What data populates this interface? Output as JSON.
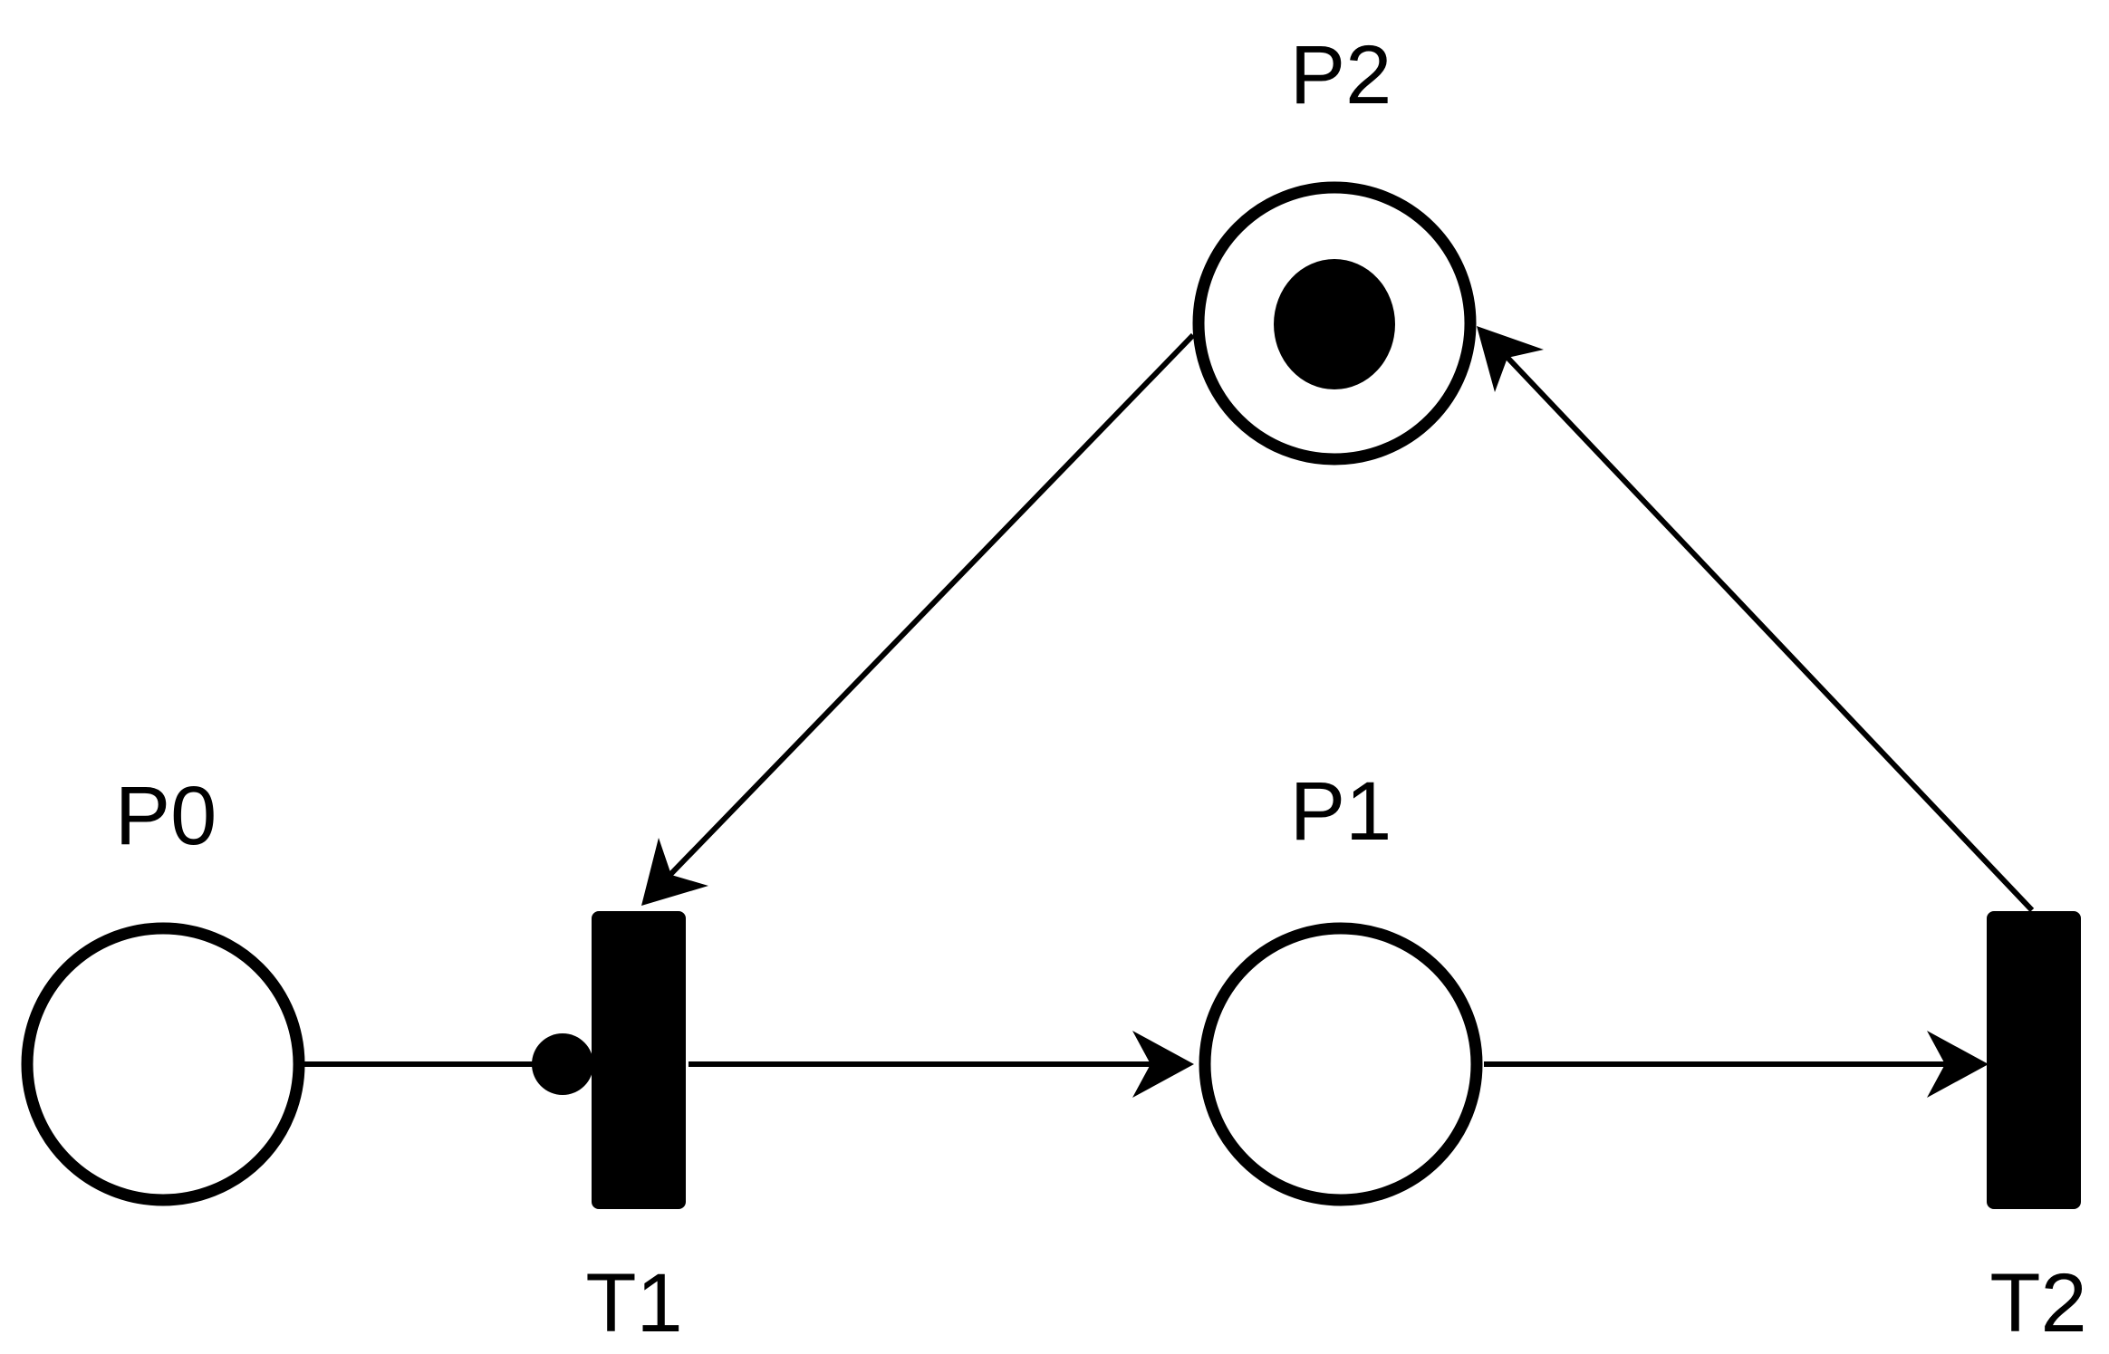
{
  "diagram": {
    "type": "petri-net",
    "colors": {
      "stroke": "#000000",
      "fill": "#ffffff"
    },
    "places": [
      {
        "id": "P0",
        "label": "P0",
        "tokens": 0
      },
      {
        "id": "P1",
        "label": "P1",
        "tokens": 0
      },
      {
        "id": "P2",
        "label": "P2",
        "tokens": 1
      }
    ],
    "transitions": [
      {
        "id": "T1",
        "label": "T1"
      },
      {
        "id": "T2",
        "label": "T2"
      }
    ],
    "arcs": [
      {
        "from": "P0",
        "to": "T1",
        "kind": "inhibitor"
      },
      {
        "from": "T1",
        "to": "P1",
        "kind": "normal"
      },
      {
        "from": "P1",
        "to": "T2",
        "kind": "normal"
      },
      {
        "from": "T2",
        "to": "P2",
        "kind": "normal"
      },
      {
        "from": "P2",
        "to": "T1",
        "kind": "normal"
      }
    ]
  }
}
